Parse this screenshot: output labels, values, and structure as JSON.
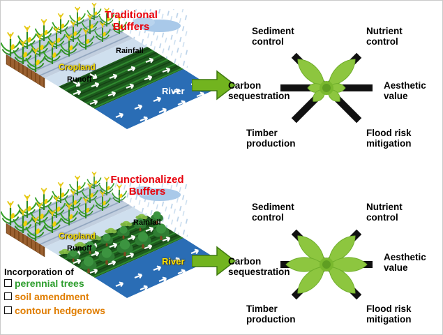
{
  "traditional": {
    "title": [
      "Traditional",
      "Buffers"
    ],
    "labels": {
      "rainfall": "Rainfall",
      "cropland": "Cropland",
      "runoff": "Runoff",
      "river": "River"
    },
    "star": {
      "strong_functions": [
        "Sediment control",
        "Nutrient control"
      ],
      "weak_functions": [
        "Carbon sequestration",
        "Aesthetic value",
        "Timber production",
        "Flood risk mitigation"
      ]
    }
  },
  "functionalized": {
    "title": [
      "Functionalized",
      "Buffers"
    ],
    "labels": {
      "rainfall": "Rainfall",
      "cropland": "Cropland",
      "runoff": "Runoff",
      "river": "River"
    },
    "incorporation": {
      "heading": "Incorporation of",
      "items": [
        {
          "text": "perennial trees",
          "color": "#2e9e2e"
        },
        {
          "text": "soil amendment",
          "color": "#e07d00"
        },
        {
          "text": "contour hedgerows",
          "color": "#e07d00"
        }
      ]
    },
    "star": {
      "strong_functions": [
        "Sediment control",
        "Nutrient control",
        "Carbon sequestration",
        "Aesthetic value",
        "Timber production",
        "Flood risk mitigation"
      ],
      "weak_functions": []
    }
  },
  "star_labels": {
    "sediment": [
      "Sediment",
      "control"
    ],
    "nutrient": [
      "Nutrient",
      "control"
    ],
    "carbon": [
      "Carbon",
      "sequestration"
    ],
    "aesthetic": [
      "Aesthetic",
      "value"
    ],
    "timber": [
      "Timber",
      "production"
    ],
    "flood": [
      "Flood risk",
      "mitigation"
    ]
  },
  "colors": {
    "title_red": "#e8000b",
    "field_label_yellow": "#ffe400",
    "arrow_green": "#72b41f",
    "petal_green": "#8dc63f",
    "spoke_black": "#111111",
    "river_blue": "#2a6db5",
    "buffer_green": "#1d5a1d"
  }
}
